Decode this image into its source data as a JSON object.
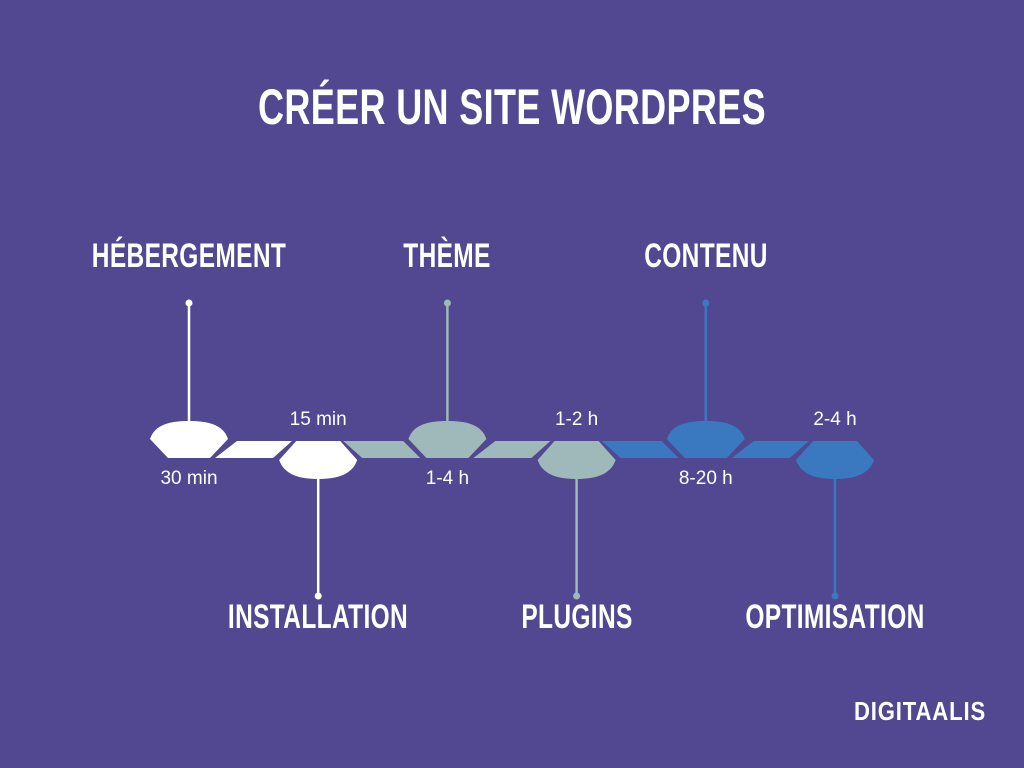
{
  "title": "CRÉER UN SITE WORDPRES",
  "steps": [
    {
      "label": "HÉBERGEMENT",
      "duration": "30 min",
      "color": "#ffffff"
    },
    {
      "label": "INSTALLATION",
      "duration": "15 min",
      "color": "#ffffff"
    },
    {
      "label": "THÈME",
      "duration": "1-4 h",
      "color": "#9fb8b9"
    },
    {
      "label": "PLUGINS",
      "duration": "1-2 h",
      "color": "#9fb8b9"
    },
    {
      "label": "CONTENU",
      "duration": "8-20 h",
      "color": "#3a78c0"
    },
    {
      "label": "OPTIMISATION",
      "duration": "2-4 h",
      "color": "#3a78c0"
    }
  ],
  "logo": "DIGITAALIS",
  "colors": {
    "background": "#514891"
  }
}
